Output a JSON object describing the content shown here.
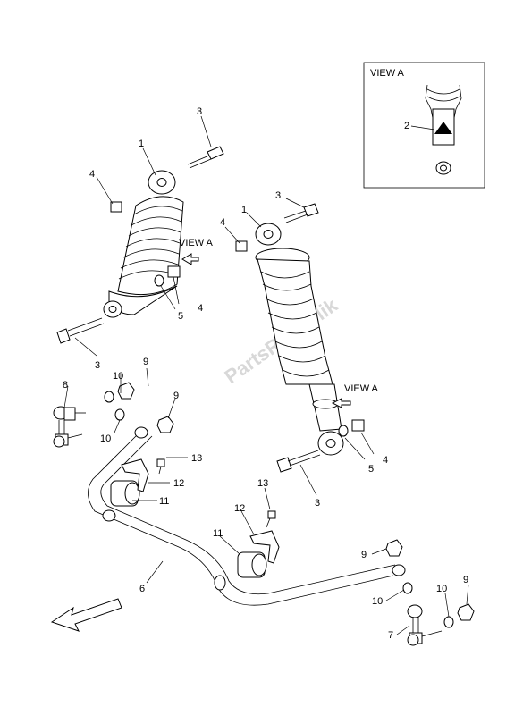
{
  "watermark": "PartsRepublik",
  "inset": {
    "title": "VIEW A",
    "label": "2"
  },
  "view_tags": [
    "VIEW A",
    "VIEW A"
  ],
  "callouts": {
    "c1a": "1",
    "c3a": "3",
    "c4a": "4",
    "c4b": "4",
    "c5a": "5",
    "c3b": "3",
    "c1b": "1",
    "c3c": "3",
    "c4c": "4",
    "c4d": "4",
    "c5b": "5",
    "c3d": "3",
    "c10a": "10",
    "c9a": "9",
    "c8": "8",
    "c9b": "9",
    "c10b": "10",
    "c13a": "13",
    "c12a": "12",
    "c11a": "11",
    "c13b": "13",
    "c12b": "12",
    "c11b": "11",
    "c6": "6",
    "c9c": "9",
    "c10c": "10",
    "c10d": "10",
    "c9d": "9",
    "c7": "7"
  }
}
